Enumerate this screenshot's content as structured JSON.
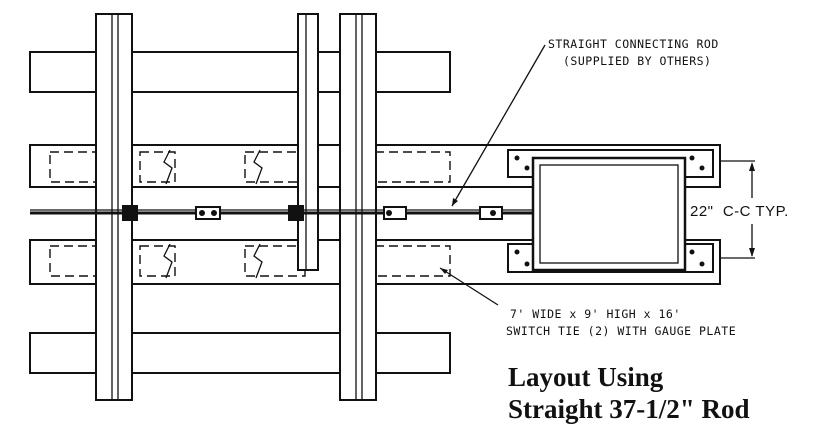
{
  "labels": {
    "rod_note_line1": "STRAIGHT CONNECTING ROD",
    "rod_note_line2": "(SUPPLIED BY OTHERS)",
    "tie_note_line1": "7' WIDE x 9' HIGH x 16'",
    "tie_note_line2": "SWITCH TIE (2) WITH GAUGE PLATE",
    "dimension": "22\"  C-C TYP."
  },
  "title": {
    "line1": "Layout Using",
    "line2": "Straight 37-1/2\" Rod"
  }
}
